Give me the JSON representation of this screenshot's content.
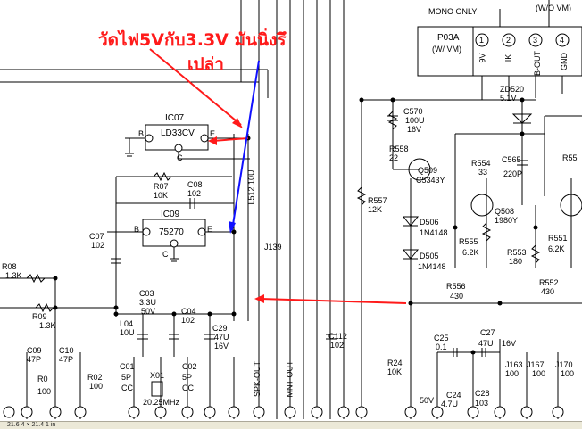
{
  "annotation": {
    "line1": "วัดไฟ5Vกับ3.3V มันนิ่งรึ",
    "line2": "เปล่า"
  },
  "connector": {
    "mono_only": "MONO ONLY",
    "wvm_top": "(W/O VM)",
    "name": "P03A",
    "sub": "(W/ VM)",
    "pins": [
      "1",
      "2",
      "3",
      "4"
    ],
    "pin_labels": [
      "9V",
      "IK",
      "B-OUT",
      "GND"
    ]
  },
  "components": {
    "ic07": "IC07",
    "ic07_part": "LD33CV",
    "ic07_b": "B",
    "ic07_e": "E",
    "ic07_c": "C",
    "ic09": "IC09",
    "ic09_part": "75270",
    "ic09_b": "B",
    "ic09_e": "E",
    "ic09_c": "C",
    "r07": "R07",
    "r07_v": "10K",
    "c08": "C08",
    "c08_v": "102",
    "c07": "C07",
    "c07_v": "102",
    "l512": "L512 10U",
    "j139": "J139",
    "r08": "R08",
    "r08_v": "1.3K",
    "r09": "R09",
    "r09_v": "1.3K",
    "l04": "L04",
    "l04_v": "10U",
    "c03": "C03",
    "c03_v1": "3.3U",
    "c03_v2": "50V",
    "c04": "C04",
    "c04_v": "102",
    "c29": "C29",
    "c29_v1": "47U",
    "c29_v2": "16V",
    "c09": "C09",
    "c09_v": "47P",
    "c10": "C10",
    "c10_v": "47P",
    "r0": "R0",
    "r0_v": "100",
    "r02": "R02",
    "r02_v": "100",
    "c01": "C01",
    "c01_v1": "5P",
    "c01_v2": "CC",
    "x01": "X01",
    "x01_v": "20.25MHz",
    "c02": "C02",
    "c02_v1": "5P",
    "c02_v2": "CC",
    "spk_out": "SPK-OUT",
    "mnt_out": "MNT-OUT",
    "c112": "C112",
    "c112_v": "102",
    "c570": "C570",
    "c570_v1": "100U",
    "c570_v2": "16V",
    "r558": "R558",
    "r558_v": "22",
    "zd520": "ZD520",
    "zd520_v": "5.1V",
    "r554": "R554",
    "r554_v": "33",
    "c565": "C565",
    "c565_v": "220P",
    "q509": "Q509",
    "q509_v": "C5343Y",
    "r557": "R557",
    "r557_v": "12K",
    "q508": "Q508",
    "q508_v": "1980Y",
    "r55x": "R55",
    "d506": "D506",
    "d506_v": "1N4148",
    "r555": "R555",
    "r555_v": "6.2K",
    "r553": "R553",
    "r553_v": "180",
    "r551": "R551",
    "r551_v": "6.2K",
    "d505": "D505",
    "d505_v": "1N4148",
    "r556": "R556",
    "r556_v": "430",
    "r552": "R552",
    "r552_v": "430",
    "c25": "C25",
    "c25_v": "0.1",
    "c27": "C27",
    "c27_v1": "47U",
    "c27_v2": "16V",
    "r24": "R24",
    "r24_v": "10K",
    "c24": "C24",
    "c24_v1": "50V",
    "c24_v2": "4.7U",
    "c28": "C28",
    "c28_v": "103",
    "j163": "J163",
    "j163_v": "100",
    "j167": "J167",
    "j167_v": "100",
    "j170": "J170",
    "j170_v": "100"
  },
  "taskbar": {
    "status": "21.6 4 × 21.4 1 in"
  },
  "colors": {
    "annotation": "#ff1a1a",
    "probe_line": "#1010ff",
    "wire": "#000000",
    "background": "#ffffff"
  }
}
